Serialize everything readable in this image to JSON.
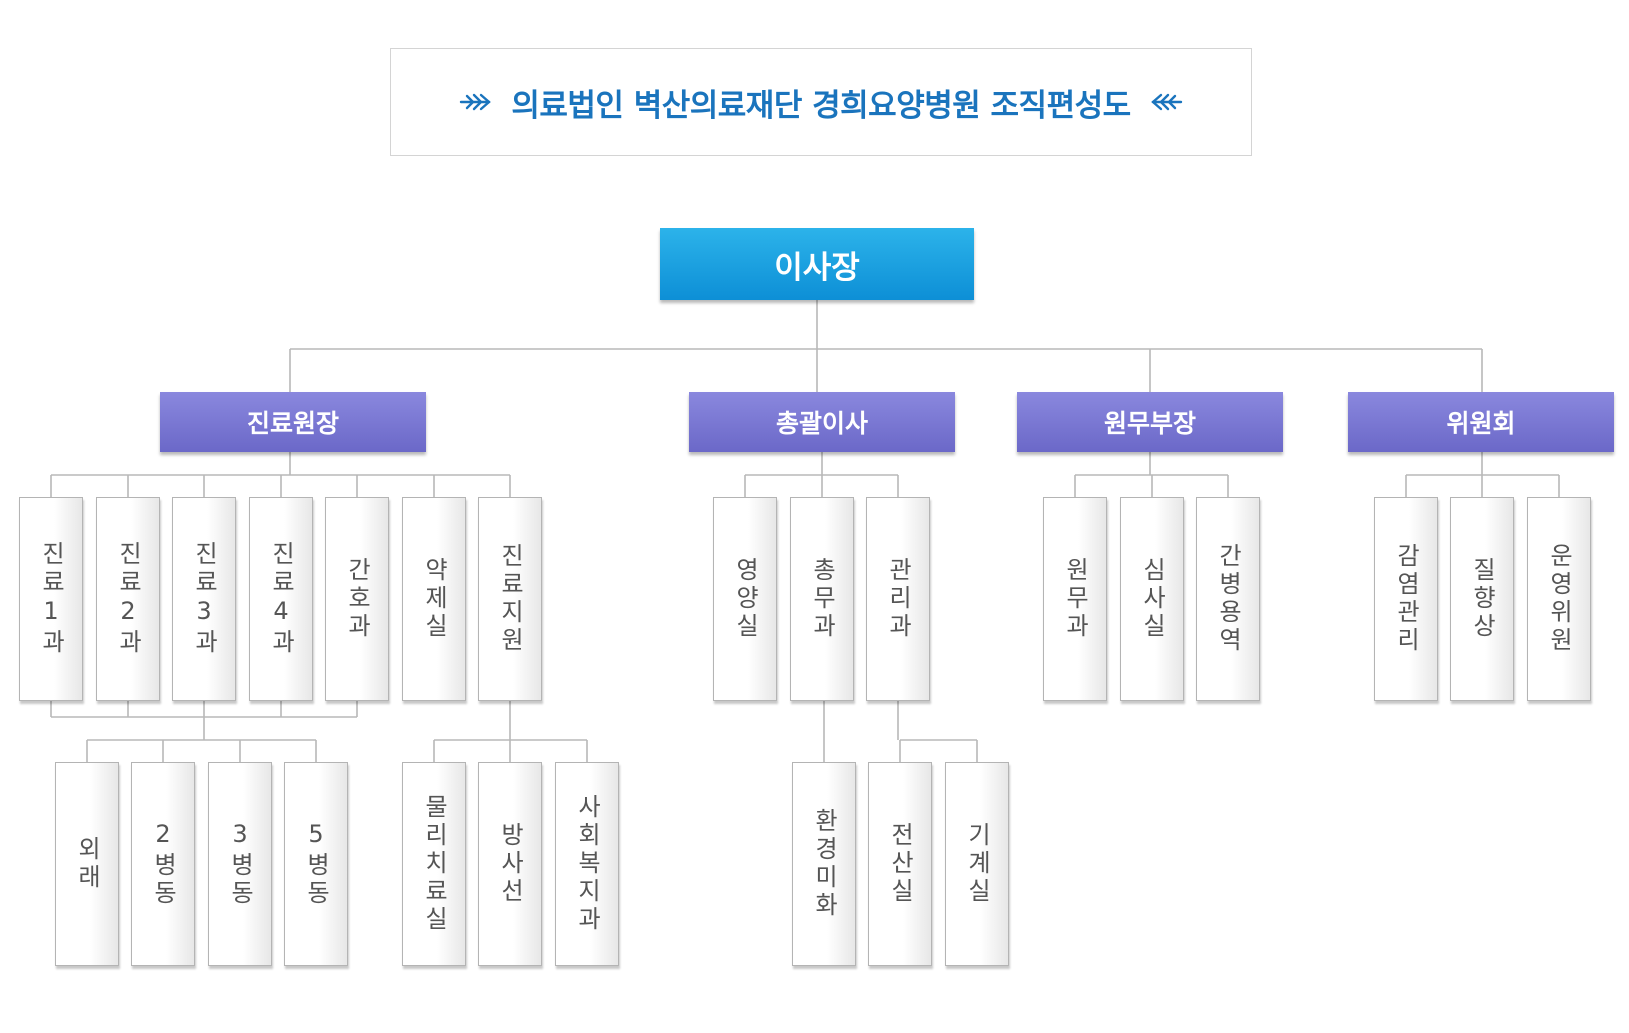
{
  "title": {
    "text": "의료법인 벽산의료재단 경희요양병원 조직편성도",
    "left_icon": "feather-arrow-right-icon",
    "right_icon": "feather-arrow-left-icon",
    "color": "#1a74bd"
  },
  "colors": {
    "root": "#1a9fe0",
    "level1": "#7370d2",
    "leaf_border": "#b4b4b4",
    "line": "#b8b8b8"
  },
  "org": {
    "root": "이사장",
    "divisions": [
      {
        "name": "진료원장",
        "units": [
          {
            "name": "진료1과"
          },
          {
            "name": "진료2과"
          },
          {
            "name": "진료3과"
          },
          {
            "name": "진료4과"
          },
          {
            "name": "간호과"
          },
          {
            "name": "약제실"
          },
          {
            "name": "진료지원",
            "children": [
              "물리치료실",
              "방사선",
              "사회복지과"
            ]
          }
        ],
        "shared_group": {
          "from": [
            "진료1과",
            "진료2과",
            "진료3과",
            "진료4과",
            "간호과"
          ],
          "children": [
            "외래",
            "2병동",
            "3병동",
            "5병동"
          ]
        }
      },
      {
        "name": "총괄이사",
        "units": [
          {
            "name": "영양실"
          },
          {
            "name": "총무과",
            "children": [
              "환경미화"
            ]
          },
          {
            "name": "관리과",
            "children": [
              "전산실",
              "기계실"
            ]
          }
        ]
      },
      {
        "name": "원무부장",
        "units": [
          {
            "name": "원무과"
          },
          {
            "name": "심사실"
          },
          {
            "name": "간병용역"
          }
        ]
      },
      {
        "name": "위원회",
        "units": [
          {
            "name": "감염관리"
          },
          {
            "name": "질향상"
          },
          {
            "name": "운영위원"
          }
        ]
      }
    ]
  }
}
